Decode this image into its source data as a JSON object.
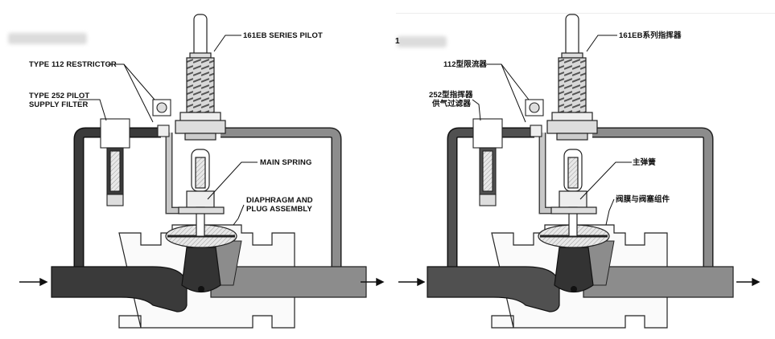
{
  "figure_en": {
    "fig_number": "",
    "labels": {
      "pilot": "161EB SERIES PILOT",
      "restrictor": "TYPE 112 RESTRICTOR",
      "filter_1": "TYPE 252 PILOT",
      "filter_2": "SUPPLY FILTER",
      "main_spring": "MAIN SPRING",
      "diaphragm_1": "DIAPHRAGM AND",
      "diaphragm_2": "PLUG ASSEMBLY"
    }
  },
  "figure_zh": {
    "fig_number": "1",
    "labels": {
      "pilot": "161EB系列指挥器",
      "restrictor": "112型限流器",
      "filter_1": "252型指挥器",
      "filter_2": "供气过滤器",
      "main_spring": "主弹簧",
      "diaphragm_1": "阀膜与阀塞组件"
    }
  },
  "colors": {
    "inlet_pressure": "#3a3a3a",
    "outlet_pressure": "#8c8c8c",
    "loading_pressure": "#c8c8c8",
    "body_outline": "#222222"
  }
}
